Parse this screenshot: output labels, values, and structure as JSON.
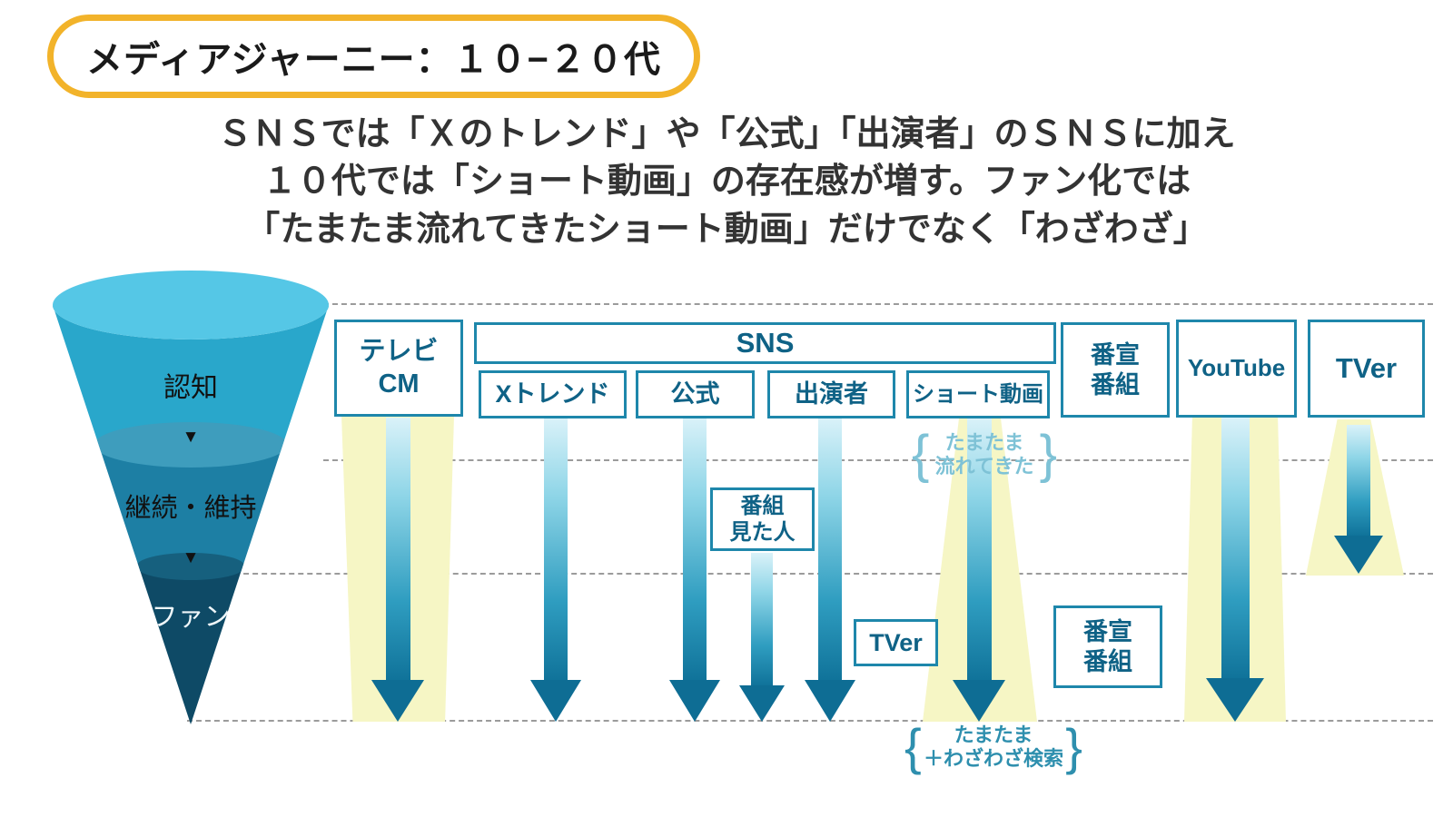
{
  "title": "メディアジャーニー：１０−２０代",
  "subtitle": {
    "line1": "ＳＮＳでは「Ｘのトレンド」や「公式」「出演者」のＳＮＳに加え",
    "line2": "１０代では「ショート動画」の存在感が増す。ファン化では",
    "line3": "「たまたま流れてきたショート動画」だけでなく「わざわざ」"
  },
  "funnel": {
    "stage_awareness": "認知",
    "divider1": "▼",
    "stage_retention": "継続・維持",
    "divider2": "▼",
    "stage_fan": "ファン"
  },
  "channels": {
    "tv_cm": "テレビ\nCM",
    "sns": "SNS",
    "x_trend": "Xトレンド",
    "official": "公式",
    "performers": "出演者",
    "short_video": "ショート動画",
    "promo_program_top": "番宣\n番組",
    "youtube": "YouTube",
    "tver_top": "TVer"
  },
  "mid_labels": {
    "watched_program": "番組\n見た人",
    "tver_mid": "TVer",
    "promo_program_mid": "番宣\n番組"
  },
  "notes": {
    "brace_open": "{",
    "brace_close": "}",
    "serendipity": "たまたま\n流れてきた",
    "search_intent": "たまたま\n＋わざわざ検索"
  },
  "colors": {
    "accent_teal": "#1e87ab",
    "box_text": "#0f6286",
    "arrow_dark": "#0e6d94",
    "highlight_yellow": "#f6f6c5",
    "title_ring": "#f2b32a",
    "funnel_top": "#55c7e6",
    "funnel_band1": "#29a7cb",
    "funnel_band2": "#1d7fa4",
    "funnel_band3": "#0e4a66"
  }
}
